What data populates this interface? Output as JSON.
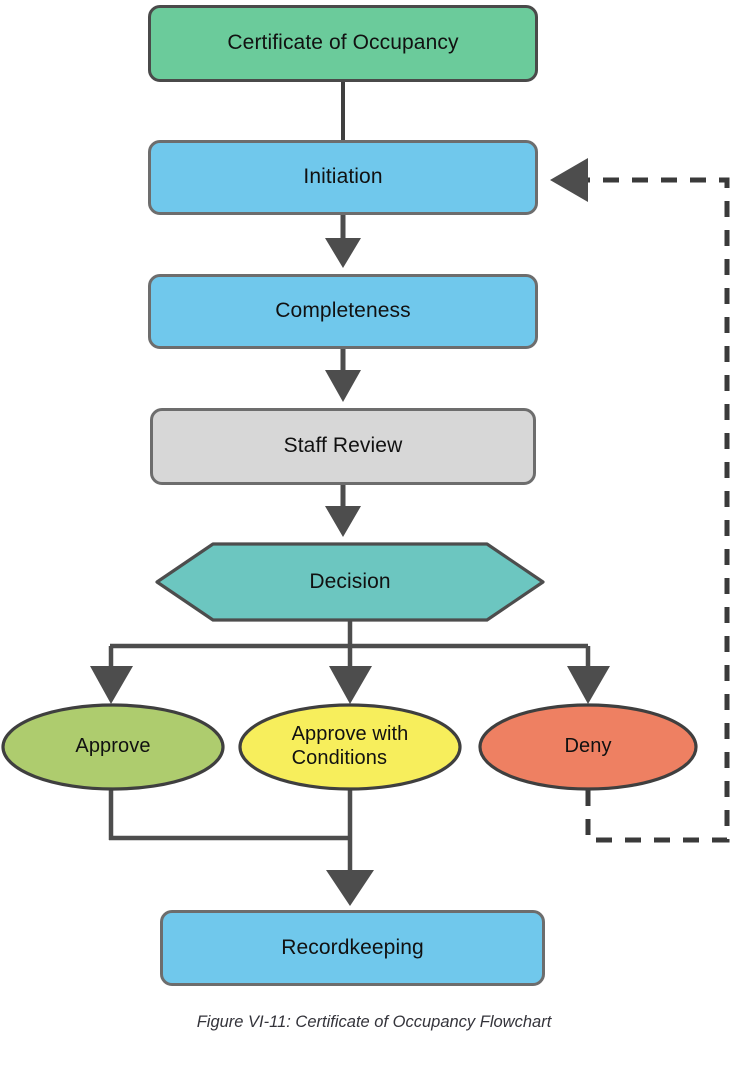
{
  "figure": {
    "caption": "Figure VI-11: Certificate of Occupancy Flowchart"
  },
  "chart_data": {
    "type": "diagram",
    "title": "Certificate of Occupancy Flowchart",
    "nodes": [
      {
        "id": "certificate-of-occupancy",
        "label": "Certificate of Occupancy",
        "shape": "rounded-rectangle",
        "fill": "#6BCB9B",
        "stroke": "#4a4a4a"
      },
      {
        "id": "initiation",
        "label": "Initiation",
        "shape": "rounded-rectangle",
        "fill": "#70C8EC",
        "stroke": "#6d6d6d"
      },
      {
        "id": "completeness",
        "label": "Completeness",
        "shape": "rounded-rectangle",
        "fill": "#70C8EC",
        "stroke": "#6d6d6d"
      },
      {
        "id": "staff-review",
        "label": "Staff Review",
        "shape": "rounded-rectangle",
        "fill": "#D7D7D7",
        "stroke": "#6d6d6d"
      },
      {
        "id": "decision",
        "label": "Decision",
        "shape": "hexagon",
        "fill": "#6CC6C0",
        "stroke": "#4d4d4d"
      },
      {
        "id": "approve",
        "label": "Approve",
        "shape": "ellipse",
        "fill": "#AECC6E",
        "stroke": "#3f3f3f"
      },
      {
        "id": "approve-with-conditions",
        "label": "Approve with\nConditions",
        "shape": "ellipse",
        "fill": "#F7EE5C",
        "stroke": "#3f3f3f"
      },
      {
        "id": "deny",
        "label": "Deny",
        "shape": "ellipse",
        "fill": "#EE8062",
        "stroke": "#3f3f3f"
      },
      {
        "id": "recordkeeping",
        "label": "Recordkeeping",
        "shape": "rounded-rectangle",
        "fill": "#70C8EC",
        "stroke": "#6d6d6d"
      }
    ],
    "edges": [
      {
        "from": "certificate-of-occupancy",
        "to": "initiation",
        "style": "solid",
        "arrow": false
      },
      {
        "from": "initiation",
        "to": "completeness",
        "style": "solid",
        "arrow": true
      },
      {
        "from": "completeness",
        "to": "staff-review",
        "style": "solid",
        "arrow": true
      },
      {
        "from": "staff-review",
        "to": "decision",
        "style": "solid",
        "arrow": true
      },
      {
        "from": "decision",
        "to": "approve",
        "style": "solid",
        "arrow": true
      },
      {
        "from": "decision",
        "to": "approve-with-conditions",
        "style": "solid",
        "arrow": true
      },
      {
        "from": "decision",
        "to": "deny",
        "style": "solid",
        "arrow": true
      },
      {
        "from": "approve",
        "to": "recordkeeping",
        "style": "solid",
        "arrow": true
      },
      {
        "from": "approve-with-conditions",
        "to": "recordkeeping",
        "style": "solid",
        "arrow": true
      },
      {
        "from": "deny",
        "to": "initiation",
        "style": "dashed",
        "arrow": true
      }
    ],
    "legend": [],
    "xlabel": "",
    "ylabel": ""
  },
  "nodes": {
    "certificate_of_occupancy": {
      "label": "Certificate of Occupancy"
    },
    "initiation": {
      "label": "Initiation"
    },
    "completeness": {
      "label": "Completeness"
    },
    "staff_review": {
      "label": "Staff Review"
    },
    "decision": {
      "label": "Decision"
    },
    "approve": {
      "label": "Approve"
    },
    "approve_with_conditions": {
      "label": "Approve with\nConditions"
    },
    "deny": {
      "label": "Deny"
    },
    "recordkeeping": {
      "label": "Recordkeeping"
    }
  },
  "colors": {
    "green_start": "#6BCB9B",
    "blue_process": "#70C8EC",
    "gray_process": "#D7D7D7",
    "teal_decision": "#6CC6C0",
    "green_approve": "#AECC6E",
    "yellow_conditions": "#F7EE5C",
    "salmon_deny": "#EE8062",
    "connector": "#4d4d4d",
    "border_dark": "#4a4a4a",
    "border_gray": "#6d6d6d"
  }
}
